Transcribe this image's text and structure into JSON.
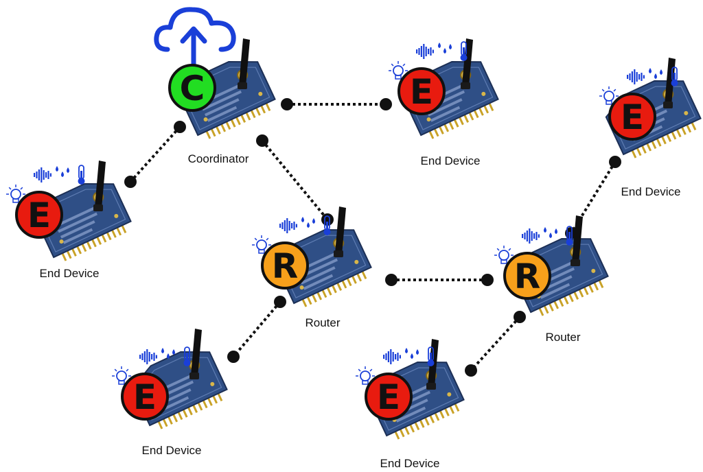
{
  "colors": {
    "coordinator": "#22dd22",
    "router": "#f7a01b",
    "end_device": "#e81b0f",
    "board": "#2f4f86",
    "sensor_icons": "#1a3fd8",
    "cloud": "#1a3fd8",
    "link": "#111111"
  },
  "nodes": [
    {
      "id": "coordinator",
      "role": "coordinator",
      "letter": "C",
      "label": "Coordinator",
      "sensors": false,
      "cloud": true
    },
    {
      "id": "end-top",
      "role": "end_device",
      "letter": "E",
      "label": "End Device",
      "sensors": true
    },
    {
      "id": "end-right",
      "role": "end_device",
      "letter": "E",
      "label": "End Device",
      "sensors": true
    },
    {
      "id": "end-left",
      "role": "end_device",
      "letter": "E",
      "label": "End Device",
      "sensors": true
    },
    {
      "id": "router-1",
      "role": "router",
      "letter": "R",
      "label": "Router",
      "sensors": true
    },
    {
      "id": "router-2",
      "role": "router",
      "letter": "R",
      "label": "Router",
      "sensors": true
    },
    {
      "id": "end-bottom-left",
      "role": "end_device",
      "letter": "E",
      "label": "End Device",
      "sensors": true
    },
    {
      "id": "end-bottom-right",
      "role": "end_device",
      "letter": "E",
      "label": "End Device",
      "sensors": true
    }
  ],
  "links": [
    {
      "from": "coordinator",
      "to": "end-top"
    },
    {
      "from": "coordinator",
      "to": "end-left"
    },
    {
      "from": "coordinator",
      "to": "router-1"
    },
    {
      "from": "router-1",
      "to": "router-2"
    },
    {
      "from": "router-1",
      "to": "end-bottom-left"
    },
    {
      "from": "router-2",
      "to": "end-bottom-right"
    },
    {
      "from": "router-2",
      "to": "end-right"
    }
  ],
  "icons": {
    "uplink": "cloud-upload-icon",
    "light": "light-bulb-icon",
    "sound": "sound-wave-icon",
    "humidity": "water-drops-icon",
    "temperature": "thermometer-icon",
    "radio": "xbee-module-icon"
  }
}
